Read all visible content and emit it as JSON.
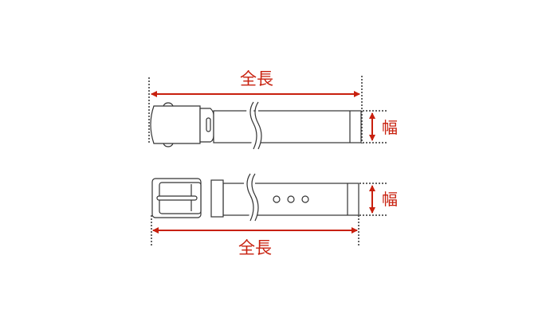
{
  "diagram": {
    "top_belt": {
      "length_label": "全長",
      "width_label": "幅"
    },
    "bottom_belt": {
      "length_label": "全長",
      "width_label": "幅"
    },
    "colors": {
      "dimension": "#c8200e",
      "outline": "#333333"
    }
  }
}
